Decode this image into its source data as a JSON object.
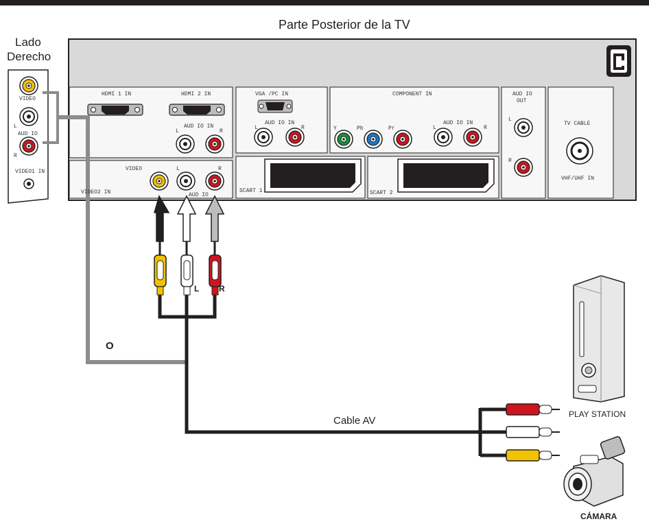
{
  "title": "Parte Posterior de la TV",
  "side": {
    "line1": "Lado",
    "line2": "Derecho",
    "video": "VIDEO",
    "l": "L",
    "audio": "AUD IO",
    "r": "R",
    "video1_in": "VIDEO1 IN"
  },
  "panel": {
    "hdmi1": "HDMI 1 IN",
    "hdmi2": "HDMI 2 IN",
    "hdmi_audio": "AUD IO IN",
    "hdmi_l": "L",
    "hdmi_r": "R",
    "vga": "VGA /PC IN",
    "vga_audio": "AUD IO IN",
    "vga_l": "L",
    "vga_r": "R",
    "component": "COMPONENT IN",
    "comp_y": "Y",
    "comp_pb": "Pb",
    "comp_pr": "Pr",
    "comp_audio": "AUD IO IN",
    "comp_l": "L",
    "comp_r": "R",
    "audio_out_1": "AUD IO",
    "audio_out_2": "OUT",
    "out_l": "L",
    "out_r": "R",
    "tv_cable": "TV CABLE",
    "vhf_uhf": "VHF/UHF IN",
    "video2_video": "VIDEO",
    "video2_l": "L",
    "video2_r": "R",
    "video2_in": "VIDEO2 IN",
    "video2_audio": "AUD IO",
    "scart1": "SCART 1",
    "scart2": "SCART 2"
  },
  "plug_l": "L",
  "plug_r": "R",
  "or_label": "O",
  "cable_label": "Cable AV",
  "device1": "PLAY STATION",
  "device2": "CÁMARA",
  "colors": {
    "video": "#f2c200",
    "audio_l": "#ffffff",
    "audio_r": "#d0141e",
    "y": "#1a8f3c",
    "pb": "#1878c8",
    "panel": "#d9d9d9",
    "cable": "#231f20",
    "side_cable": "#8c8c8c"
  }
}
